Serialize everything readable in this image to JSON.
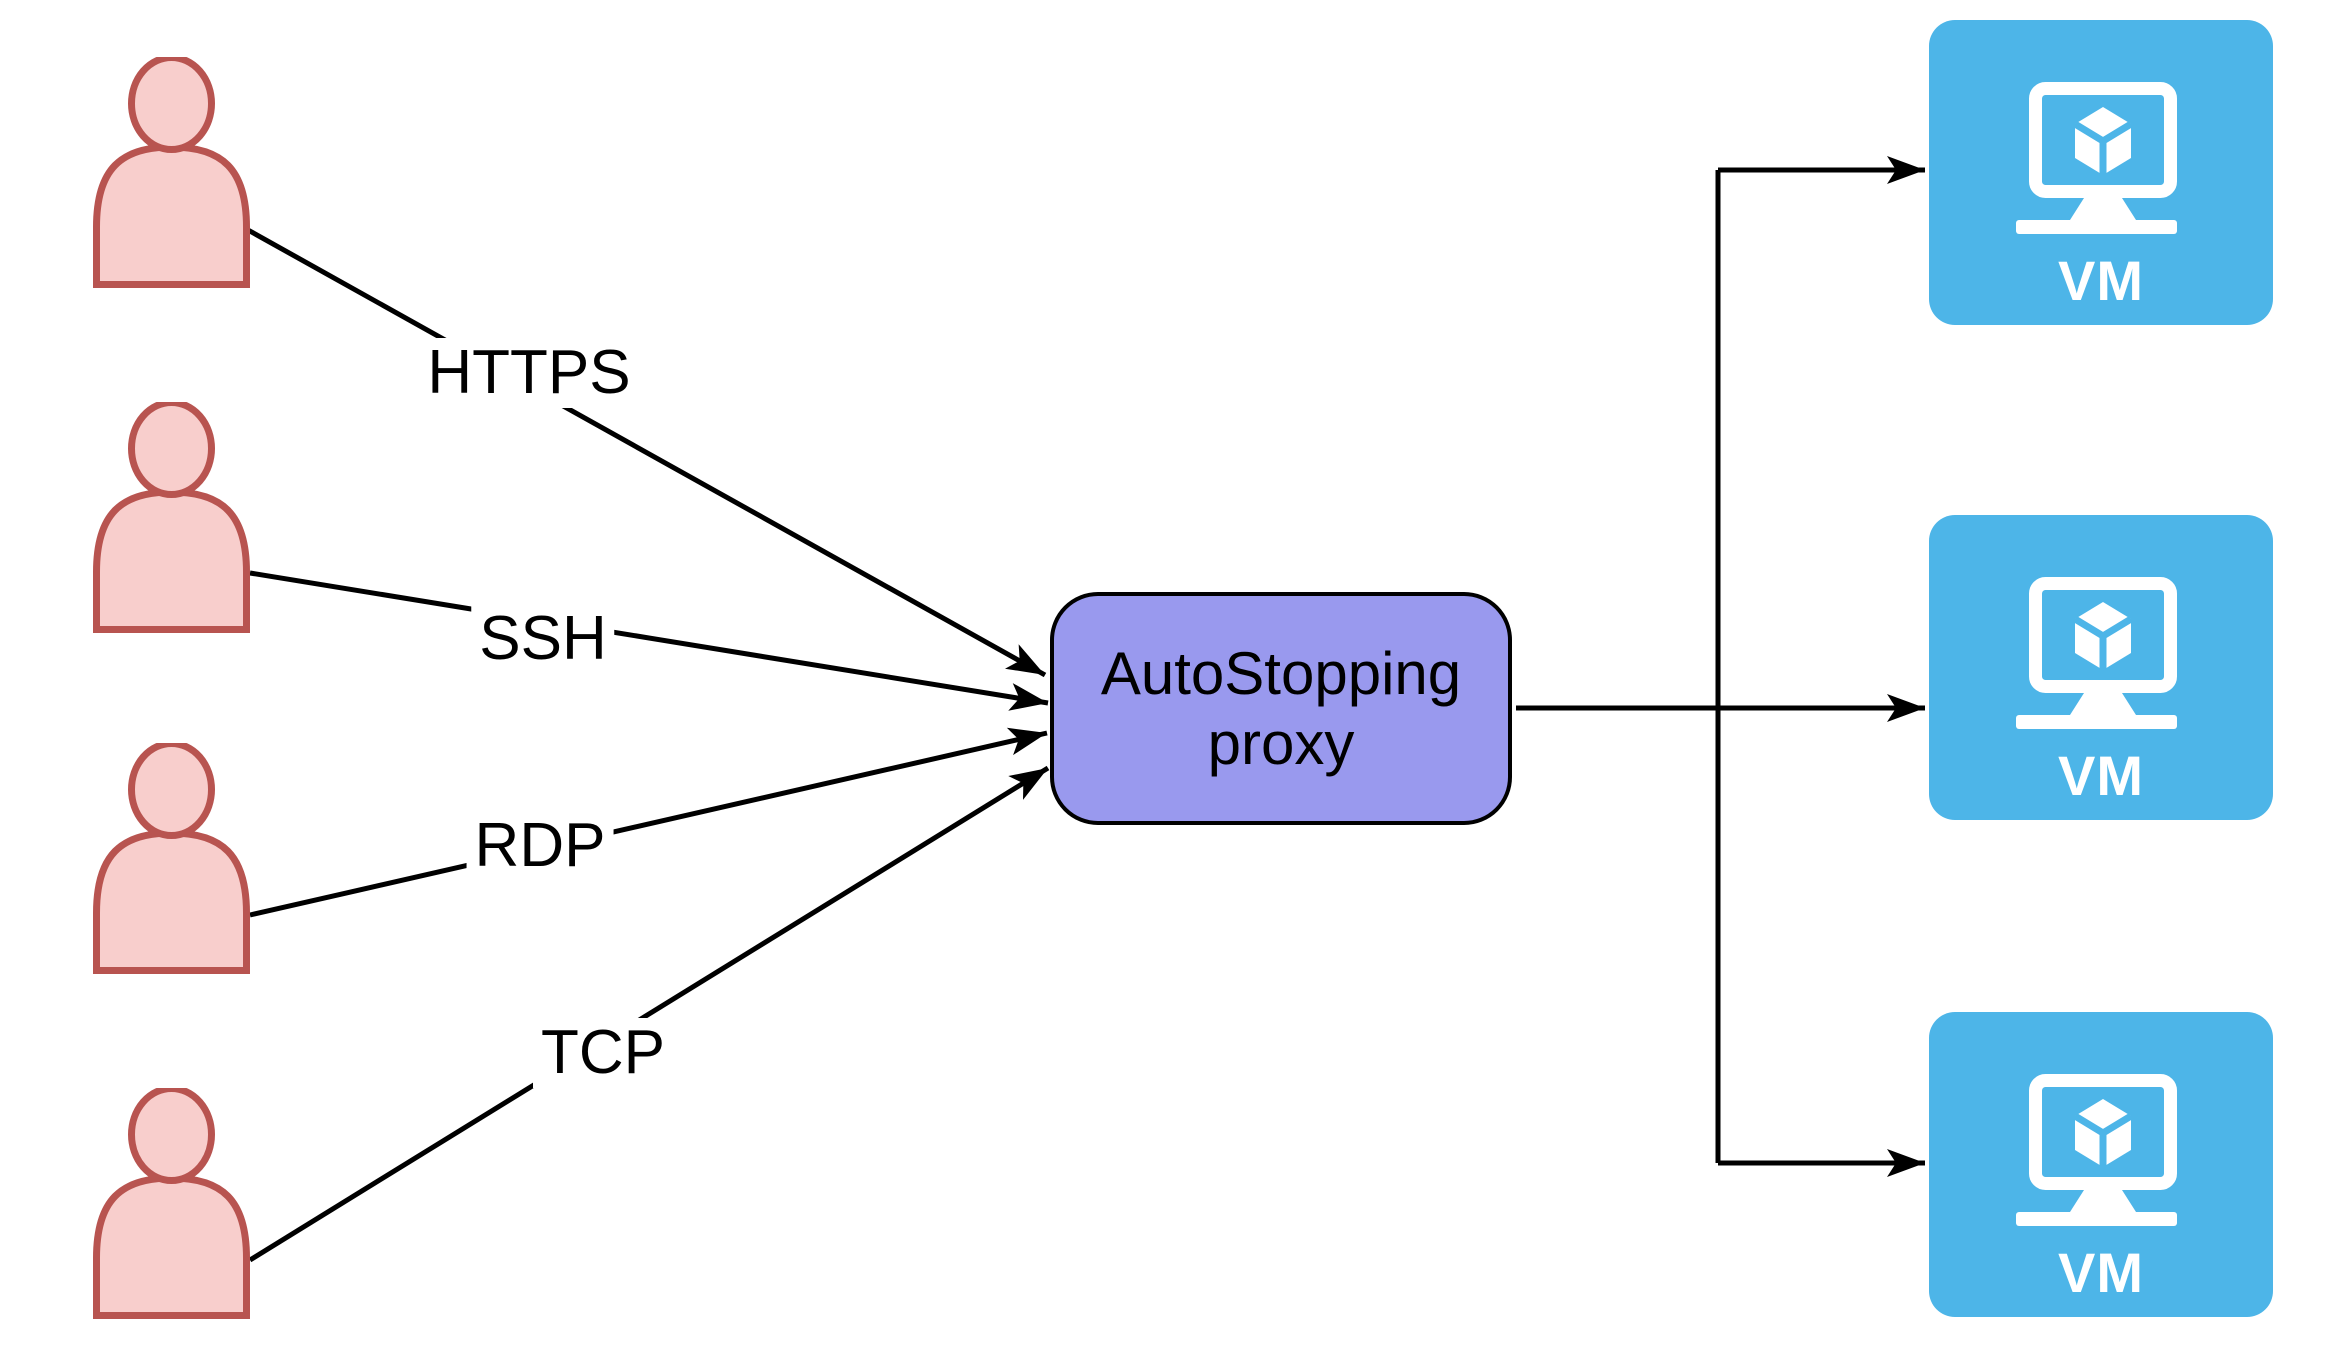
{
  "colors": {
    "background": "#FFFFFF",
    "edge": "#000000",
    "person_fill": "#F8CECC",
    "person_stroke": "#B85450",
    "proxy_fill": "#9999EE",
    "proxy_stroke": "#000000",
    "label_text": "#000000",
    "label_bg": "#FFFFFF",
    "vm_fill": "#4DB5E8",
    "vm_icon": "#FFFFFF"
  },
  "users": [
    {
      "icon": "person-icon"
    },
    {
      "icon": "person-icon"
    },
    {
      "icon": "person-icon"
    },
    {
      "icon": "person-icon"
    }
  ],
  "protocols": [
    {
      "label": "HTTPS"
    },
    {
      "label": "SSH"
    },
    {
      "label": "RDP"
    },
    {
      "label": "TCP"
    }
  ],
  "proxy": {
    "label": "AutoStopping proxy",
    "lines": [
      "AutoStopping",
      "proxy"
    ]
  },
  "vms": [
    {
      "label": "VM"
    },
    {
      "label": "VM"
    },
    {
      "label": "VM"
    }
  ]
}
